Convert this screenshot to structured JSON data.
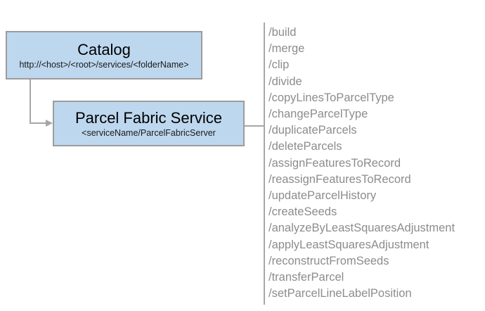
{
  "catalog": {
    "title": "Catalog",
    "subtitle": "http://<host>/<root>/services/<folderName>"
  },
  "service": {
    "title": "Parcel Fabric Service",
    "subtitle": "<serviceName/ParcelFabricServer"
  },
  "operations": [
    "/build",
    "/merge",
    "/clip",
    "/divide",
    "/copyLinesToParcelType",
    "/changeParcelType",
    "/duplicateParcels",
    "/deleteParcels",
    "/assignFeaturesToRecord",
    "/reassignFeaturesToRecord",
    "/updateParcelHistory",
    "/createSeeds",
    "/analyzeByLeastSquaresAdjustment",
    "/applyLeastSquaresAdjustment",
    "/reconstructFromSeeds",
    "/transferParcel",
    "/setParcelLineLabelPosition"
  ],
  "colors": {
    "box_fill": "#BDD7EE",
    "box_border": "#9C9C9C",
    "connector": "#A6A6A6",
    "operation_text": "#8C8C8C"
  }
}
